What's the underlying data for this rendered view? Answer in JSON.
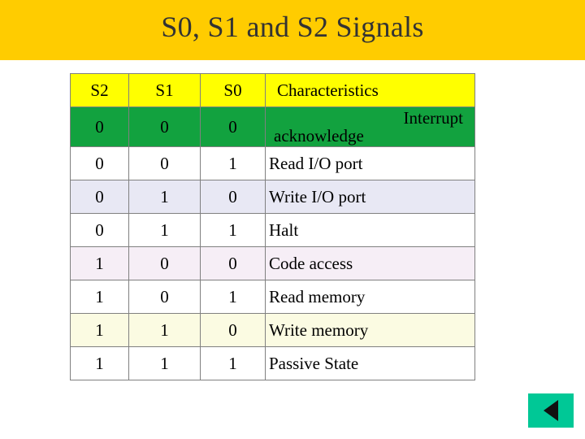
{
  "title": "S0, S1 and S2 Signals",
  "table": {
    "columns": [
      "S2",
      "S1",
      "S0",
      "Characteristics"
    ],
    "rows": [
      {
        "s2": "0",
        "s1": "0",
        "s0": "0",
        "desc": "Interrupt acknowledge",
        "desc_line1": "Interrupt",
        "desc_line2": "acknowledge"
      },
      {
        "s2": "0",
        "s1": "0",
        "s0": "1",
        "desc": "Read I/O port"
      },
      {
        "s2": "0",
        "s1": "1",
        "s0": "0",
        "desc": "Write I/O port"
      },
      {
        "s2": "0",
        "s1": "1",
        "s0": "1",
        "desc": "Halt"
      },
      {
        "s2": "1",
        "s1": "0",
        "s0": "0",
        "desc": "Code access"
      },
      {
        "s2": "1",
        "s1": "0",
        "s0": "1",
        "desc": "Read memory"
      },
      {
        "s2": "1",
        "s1": "1",
        "s0": "0",
        "desc": "Write memory"
      },
      {
        "s2": "1",
        "s1": "1",
        "s0": "1",
        "desc": "Passive State"
      }
    ]
  },
  "nav": {
    "back_label": "",
    "back_icon": "back-triangle-icon"
  },
  "colors": {
    "title_bar": "#ffcc00",
    "header_cell": "#ffff00",
    "highlight_row": "#12a23f",
    "nav_button": "#00c896"
  }
}
